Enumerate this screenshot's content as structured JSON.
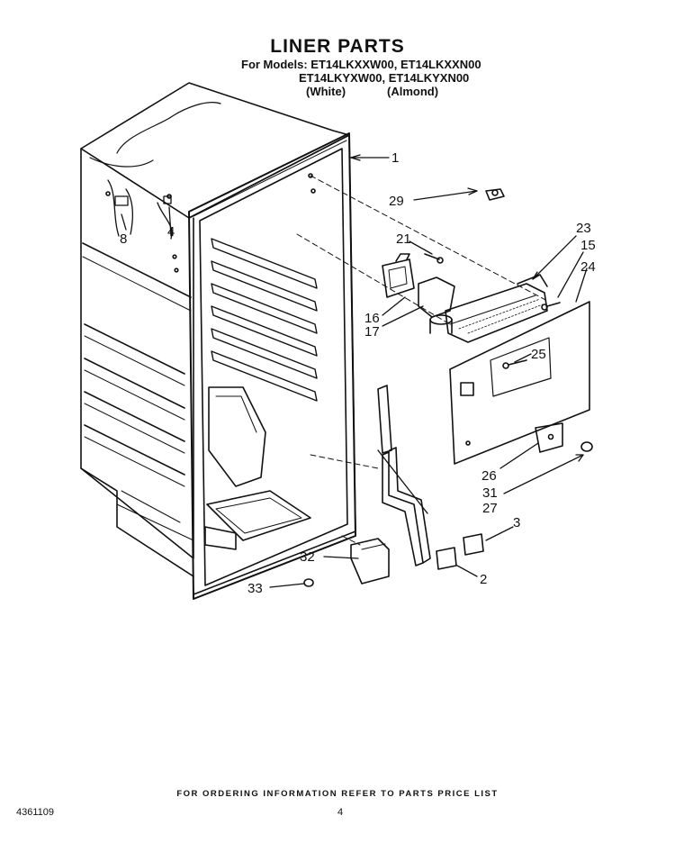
{
  "header": {
    "title": "LINER PARTS",
    "models_line1": "For Models: ET14LKXXW00, ET14LKXXN00",
    "models_line2": "ET14LKYXW00, ET14LKYXN00",
    "color_white": "(White)",
    "color_almond": "(Almond)"
  },
  "callouts": {
    "c1": "1",
    "c2": "2",
    "c3": "3",
    "c4": "4",
    "c8": "8",
    "c15": "15",
    "c16": "16",
    "c17": "17",
    "c21": "21",
    "c23": "23",
    "c24": "24",
    "c25": "25",
    "c26": "26",
    "c27": "27",
    "c29": "29",
    "c31": "31",
    "c32": "32",
    "c33": "33"
  },
  "footer": {
    "ordering_note": "FOR ORDERING INFORMATION REFER TO PARTS PRICE LIST",
    "doc_number": "4361109",
    "page_number": "4"
  }
}
